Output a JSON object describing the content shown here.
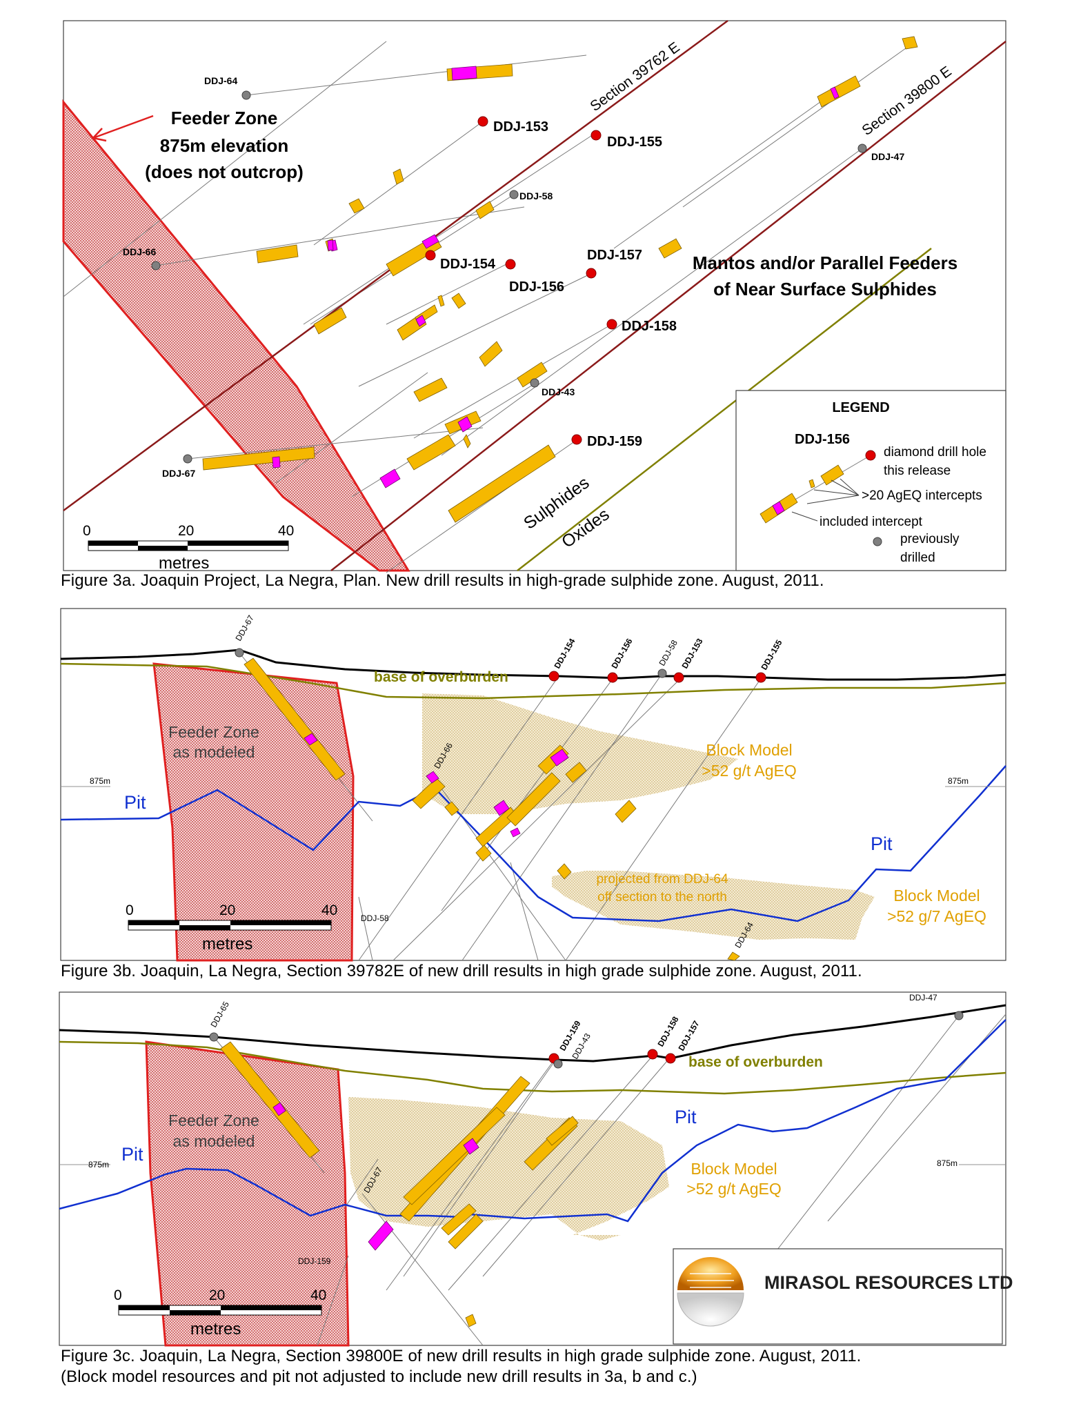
{
  "figure_a": {
    "feeder_label": [
      "Feeder Zone",
      "875m elevation",
      "(does not outcrop)"
    ],
    "section_1": "Section 39762 E",
    "section_2": "Section 39800 E",
    "mantos_label": [
      "Mantos and/or Parallel Feeders",
      "of Near Surface Sulphides"
    ],
    "sulphides_label": "Sulphides",
    "oxides_label": "Oxides",
    "new_holes": [
      "DDJ-153",
      "DDJ-155",
      "DDJ-154",
      "DDJ-156",
      "DDJ-157",
      "DDJ-158",
      "DDJ-159"
    ],
    "old_holes": [
      "DDJ-64",
      "DDJ-58",
      "DDJ-66",
      "DDJ-47",
      "DDJ-43",
      "DDJ-67"
    ],
    "scale": {
      "ticks": [
        "0",
        "20",
        "40"
      ],
      "unit": "metres"
    },
    "legend": {
      "title": "LEGEND",
      "sample_hole": "DDJ-156",
      "new_hole": [
        "diamond drill hole",
        "this release"
      ],
      "intercepts": ">20 AgEQ intercepts",
      "included": "included intercept",
      "previous": [
        "previously",
        "drilled"
      ]
    },
    "caption": "Figure 3a. Joaquin Project, La Negra, Plan. New drill results in high-grade sulphide zone. August, 2011."
  },
  "figure_b": {
    "base_label": "base of overburden",
    "feeder_label": [
      "Feeder Zone",
      "as modeled"
    ],
    "block1": [
      "Block Model",
      ">52 g/t AgEQ"
    ],
    "block2": [
      "Block Model",
      ">52 g/7 AgEQ"
    ],
    "projected": [
      "projected from DDJ-64",
      "off section to the north"
    ],
    "pit_left": "Pit",
    "pit_right": "Pit",
    "elev_left": "875m",
    "elev_right": "875m",
    "holes_new": [
      "DDJ-154",
      "DDJ-156",
      "DDJ-153",
      "DDJ-155"
    ],
    "holes_old": [
      "DDJ-67",
      "DDJ-58",
      "DDJ-66",
      "DDJ-58",
      "DDJ-64"
    ],
    "scale": {
      "ticks": [
        "0",
        "20",
        "40"
      ],
      "unit": "metres"
    },
    "caption": "Figure 3b. Joaquin, La Negra, Section 39782E of new drill results in high grade sulphide zone. August, 2011."
  },
  "figure_c": {
    "base_label": "base of overburden",
    "feeder_label": [
      "Feeder Zone",
      "as modeled"
    ],
    "block": [
      "Block Model",
      ">52 g/t AgEQ"
    ],
    "pit_left": "Pit",
    "pit_right": "Pit",
    "elev_left": "875m",
    "elev_right": "875m",
    "holes_new": [
      "DDJ-159",
      "DDJ-158",
      "DDJ-157"
    ],
    "holes_old": [
      "DDJ-65",
      "DDJ-43",
      "DDJ-47",
      "DDJ-67",
      "DDJ-159"
    ],
    "scale": {
      "ticks": [
        "0",
        "20",
        "40"
      ],
      "unit": "metres"
    },
    "logo_text": "MIRASOL RESOURCES LTD",
    "caption_1": "Figure 3c. Joaquin, La Negra, Section 39800E of new drill results in high grade sulphide zone. August, 2011.",
    "caption_2": "(Block model resources and pit not adjusted to include new drill results in 3a, b and c.)"
  },
  "colors": {
    "intercept": "#f5b800",
    "included": "#ff00ff",
    "feeder": "#e02020",
    "section_line": "#8b1a1a",
    "oxide_line": "#808000",
    "pit": "#1030d0",
    "block": "#d8c68a",
    "new_hole": "#e00000",
    "old_hole": "#808080"
  }
}
